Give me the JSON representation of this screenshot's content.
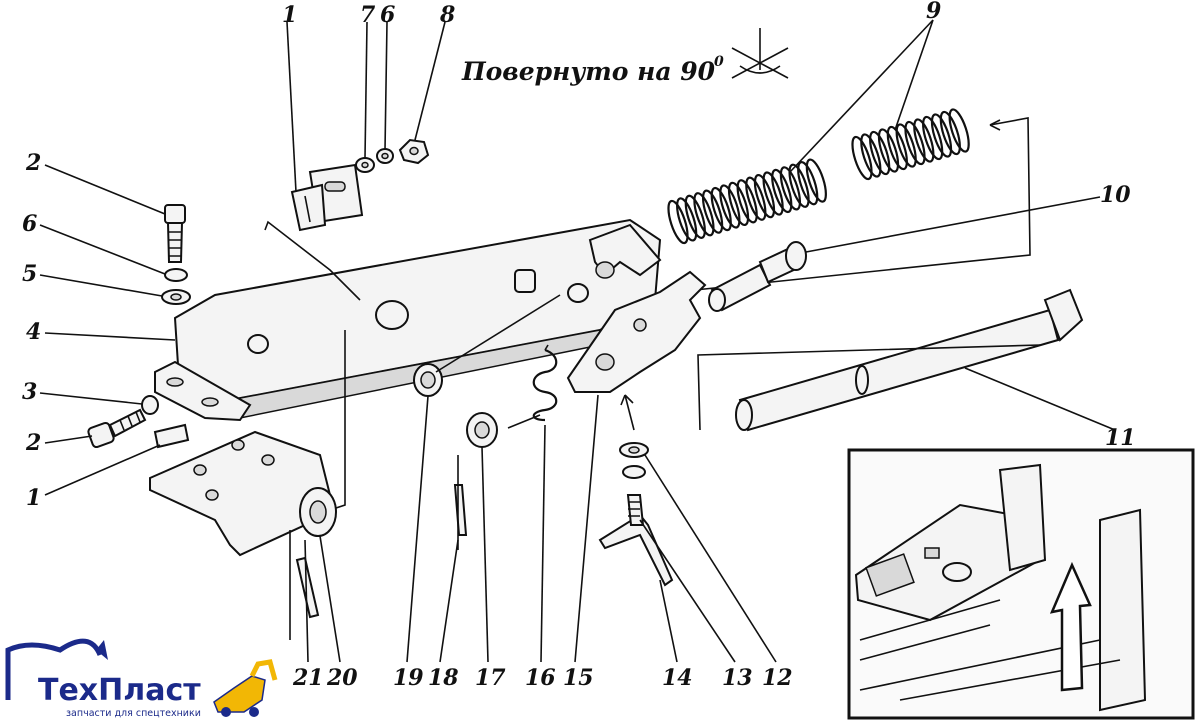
{
  "title": {
    "text": "Повернуто на 90",
    "superscript": "0"
  },
  "callouts": [
    {
      "id": "top-1",
      "text": "1"
    },
    {
      "id": "top-7",
      "text": "7"
    },
    {
      "id": "top-6",
      "text": "6"
    },
    {
      "id": "top-8",
      "text": "8"
    },
    {
      "id": "top-9",
      "text": "9"
    },
    {
      "id": "left-2a",
      "text": "2"
    },
    {
      "id": "left-6",
      "text": "6"
    },
    {
      "id": "left-5",
      "text": "5"
    },
    {
      "id": "left-4",
      "text": "4"
    },
    {
      "id": "left-3",
      "text": "3"
    },
    {
      "id": "left-2b",
      "text": "2"
    },
    {
      "id": "left-1",
      "text": "1"
    },
    {
      "id": "right-10",
      "text": "10"
    },
    {
      "id": "right-11",
      "text": "11"
    },
    {
      "id": "bottom-21",
      "text": "21"
    },
    {
      "id": "bottom-20",
      "text": "20"
    },
    {
      "id": "bottom-19",
      "text": "19"
    },
    {
      "id": "bottom-18",
      "text": "18"
    },
    {
      "id": "bottom-17",
      "text": "17"
    },
    {
      "id": "bottom-16",
      "text": "16"
    },
    {
      "id": "bottom-15",
      "text": "15"
    },
    {
      "id": "bottom-14",
      "text": "14"
    },
    {
      "id": "bottom-13",
      "text": "13"
    },
    {
      "id": "bottom-12",
      "text": "12"
    }
  ],
  "logo": {
    "name": "ТехПласт",
    "tagline": "запчасти для спецтехники"
  },
  "colors": {
    "ink": "#111111",
    "background": "#ffffff",
    "logo_blue": "#1b2a8a",
    "logo_yellow": "#f2b705"
  }
}
